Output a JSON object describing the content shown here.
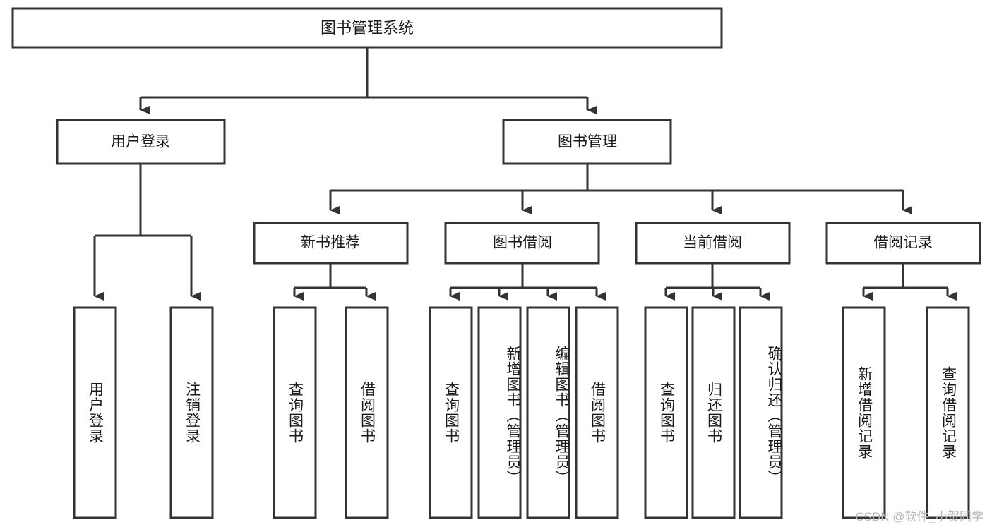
{
  "diagram": {
    "type": "tree",
    "title_node": {
      "id": "root",
      "label": "图书管理系统"
    },
    "level2": [
      {
        "id": "user-login",
        "label": "用户登录"
      },
      {
        "id": "book-manage",
        "label": "图书管理"
      }
    ],
    "level3": [
      {
        "id": "new-book-recommend",
        "label": "新书推荐",
        "parent": "book-manage"
      },
      {
        "id": "book-borrow",
        "label": "图书借阅",
        "parent": "book-manage"
      },
      {
        "id": "current-borrow",
        "label": "当前借阅",
        "parent": "book-manage"
      },
      {
        "id": "borrow-record",
        "label": "借阅记录",
        "parent": "book-manage"
      }
    ],
    "leaves": {
      "user-login": [
        {
          "id": "leaf-user-login",
          "label": "用户登录"
        },
        {
          "id": "leaf-logout-login",
          "label": "注销登录"
        }
      ],
      "new-book-recommend": [
        {
          "id": "leaf-query-book-1",
          "label": "查询图书"
        },
        {
          "id": "leaf-borrow-book-1",
          "label": "借阅图书"
        }
      ],
      "book-borrow": [
        {
          "id": "leaf-query-book-2",
          "label": "查询图书"
        },
        {
          "id": "leaf-add-book",
          "label": "新增图书（管理员）"
        },
        {
          "id": "leaf-edit-book",
          "label": "编辑图书（管理员）"
        },
        {
          "id": "leaf-borrow-book-2",
          "label": "借阅图书"
        }
      ],
      "current-borrow": [
        {
          "id": "leaf-query-book-3",
          "label": "查询图书"
        },
        {
          "id": "leaf-return-book",
          "label": "归还图书"
        },
        {
          "id": "leaf-confirm-return",
          "label": "确认归还（管理员）"
        }
      ],
      "borrow-record": [
        {
          "id": "leaf-add-record",
          "label": "新增借阅记录"
        },
        {
          "id": "leaf-query-record",
          "label": "查询借阅记录"
        }
      ]
    }
  },
  "watermark": {
    "text": "CSDN @软件_小贺同学"
  },
  "colors": {
    "stroke": "#333333",
    "box_fill": "#ffffff",
    "text": "#1a1a1a",
    "watermark": "#b8b8b8",
    "background": "#ffffff"
  }
}
